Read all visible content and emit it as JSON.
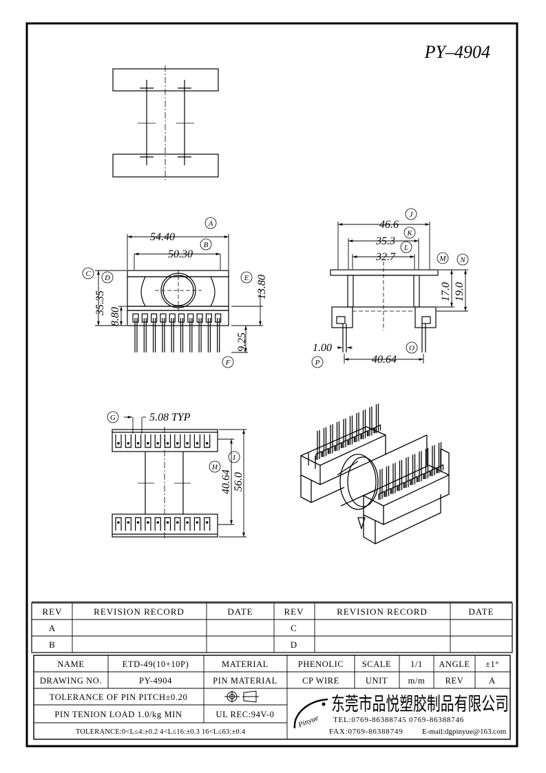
{
  "drawing": {
    "part_number": "PY–4904"
  },
  "dimensions": {
    "front": {
      "A": {
        "letter": "A",
        "value": "54.40"
      },
      "B": {
        "letter": "B",
        "value": "50.30"
      },
      "C": {
        "letter": "C",
        "value": "35.35"
      },
      "D": {
        "letter": "D",
        "value": "8.80"
      },
      "E": {
        "letter": "E",
        "value": "13.80"
      },
      "F": {
        "letter": "F",
        "value": "9.25"
      }
    },
    "side": {
      "J": {
        "letter": "J",
        "value": "46.6"
      },
      "K": {
        "letter": "K",
        "value": "35.3"
      },
      "L": {
        "letter": "L",
        "value": "32.7"
      },
      "M": {
        "letter": "M",
        "value": "17.0"
      },
      "N": {
        "letter": "N",
        "value": "19.0"
      },
      "O": {
        "letter": "O",
        "value": "40.64"
      },
      "P": {
        "letter": "P",
        "value": "1.00"
      }
    },
    "bottom": {
      "G": {
        "letter": "G",
        "value": "5.08 TYP"
      },
      "H": {
        "letter": "H",
        "value": "40.64"
      },
      "I": {
        "letter": "I",
        "value": "56.0"
      }
    }
  },
  "revision_table": {
    "headers": [
      "REV",
      "REVISION RECORD",
      "DATE",
      "REV",
      "REVISION RECORD",
      "DATE"
    ],
    "rows": [
      [
        "A",
        "",
        "",
        "C",
        "",
        ""
      ],
      [
        "B",
        "",
        "",
        "D",
        "",
        ""
      ]
    ]
  },
  "title_block": {
    "name_label": "NAME",
    "name_value": "ETD-49(10+10P)",
    "material_label": "MATERIAL",
    "material_value": "PHENOLIC",
    "scale_label": "SCALE",
    "scale_value": "1/1",
    "angle_label": "ANGLE",
    "angle_value": "±1°",
    "drawing_no_label": "DRAWING NO.",
    "drawing_no_value": "PY-4904",
    "pin_material_label": "PIN MATERIAL",
    "pin_material_value": "CP WIRE",
    "unit_label": "UNIT",
    "unit_value": "m/m",
    "rev_label": "REV",
    "rev_value": "A",
    "tolerance_pitch": "TOLERANCE OF PIN PITCH±0.20",
    "pin_tension": "PIN TENION LOAD 1.0/kg MIN",
    "ul_rec": "UL REC:94V-0",
    "tolerance_general": "TOLERANCE:0<L≤4:±0.2   4<L≤16:±0.3   16<L≤63:±0.4",
    "company_name": "东莞市品悦塑胶制品有限公司",
    "logo_text": "Pinyue",
    "tel": "TEL:0769-86388745   0769-86388746",
    "fax": "FAX:0769-86388749",
    "email": "E-mail:dgpinyue@163.com"
  }
}
